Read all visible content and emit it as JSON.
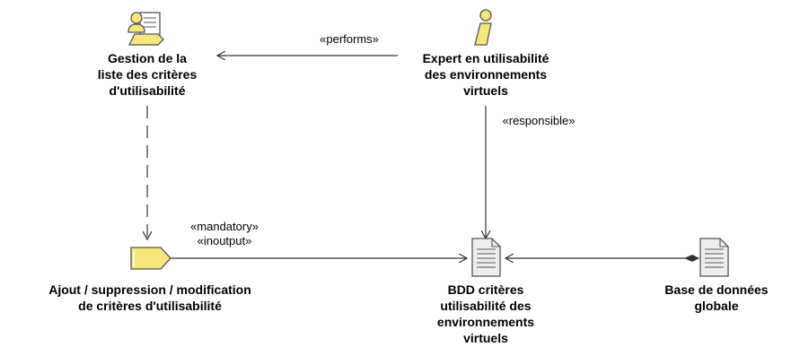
{
  "nodes": {
    "gestion": {
      "icon": "work-definition-icon",
      "label_lines": [
        "Gestion de la",
        "liste des critères",
        "d'utilisabilité"
      ]
    },
    "expert": {
      "icon": "role-actor-icon",
      "label_lines": [
        "Expert en utilisabilité",
        "des environnements",
        "virtuels"
      ]
    },
    "ajout": {
      "icon": "task-icon",
      "label_lines": [
        "Ajout / suppression / modification",
        "de critères d'utilisabilité"
      ]
    },
    "bdd": {
      "icon": "document-icon",
      "label_lines": [
        "BDD critères",
        "utilisabilité des",
        "environnements",
        "virtuels"
      ]
    },
    "base": {
      "icon": "document-icon",
      "label_lines": [
        "Base de données",
        "globale"
      ]
    }
  },
  "edges": {
    "performs": "«performs»",
    "responsible": "«responsible»",
    "mandatory": "«mandatory»",
    "inoutput": "«inoutput»"
  },
  "colors": {
    "icon_fill": "#f5e77c",
    "icon_stroke": "#555555",
    "doc_fill": "#eeeeee",
    "line": "#333333"
  }
}
